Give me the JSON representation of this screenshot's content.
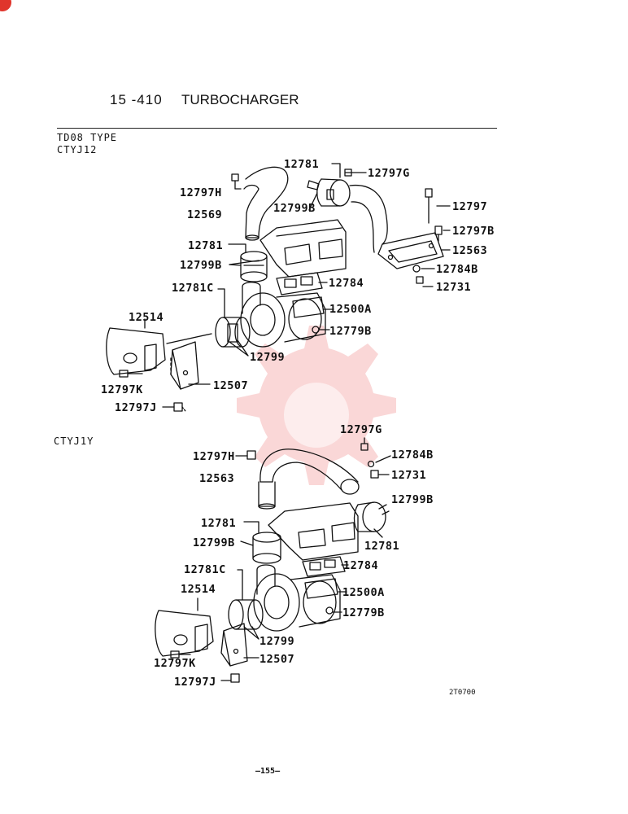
{
  "title": {
    "section": "15 -410",
    "name": "TURBOCHARGER"
  },
  "headers": {
    "type": "TD08 TYPE",
    "model_top": "CTYJ12",
    "model_bottom": "CTYJ1Y"
  },
  "labels_top": [
    "12781",
    "12797G",
    "12797H",
    "12799B",
    "12797",
    "12569",
    "12797B",
    "12781",
    "12563",
    "12799B",
    "12784B",
    "12731",
    "12784",
    "12781C",
    "12500A",
    "12514",
    "12779B",
    "12799",
    "12797K",
    "12507",
    "12797J"
  ],
  "labels_bottom": [
    "12797G",
    "12797H",
    "12784B",
    "12563",
    "12731",
    "12799B",
    "12781",
    "12799B",
    "12781",
    "12784",
    "12781C",
    "12500A",
    "12514",
    "12779B",
    "12799",
    "12797K",
    "12507",
    "12797J"
  ],
  "drawing_code": "2T0700",
  "page_number": "—155—",
  "colors": {
    "ink": "#111111",
    "watermark": "#e84a4a"
  }
}
